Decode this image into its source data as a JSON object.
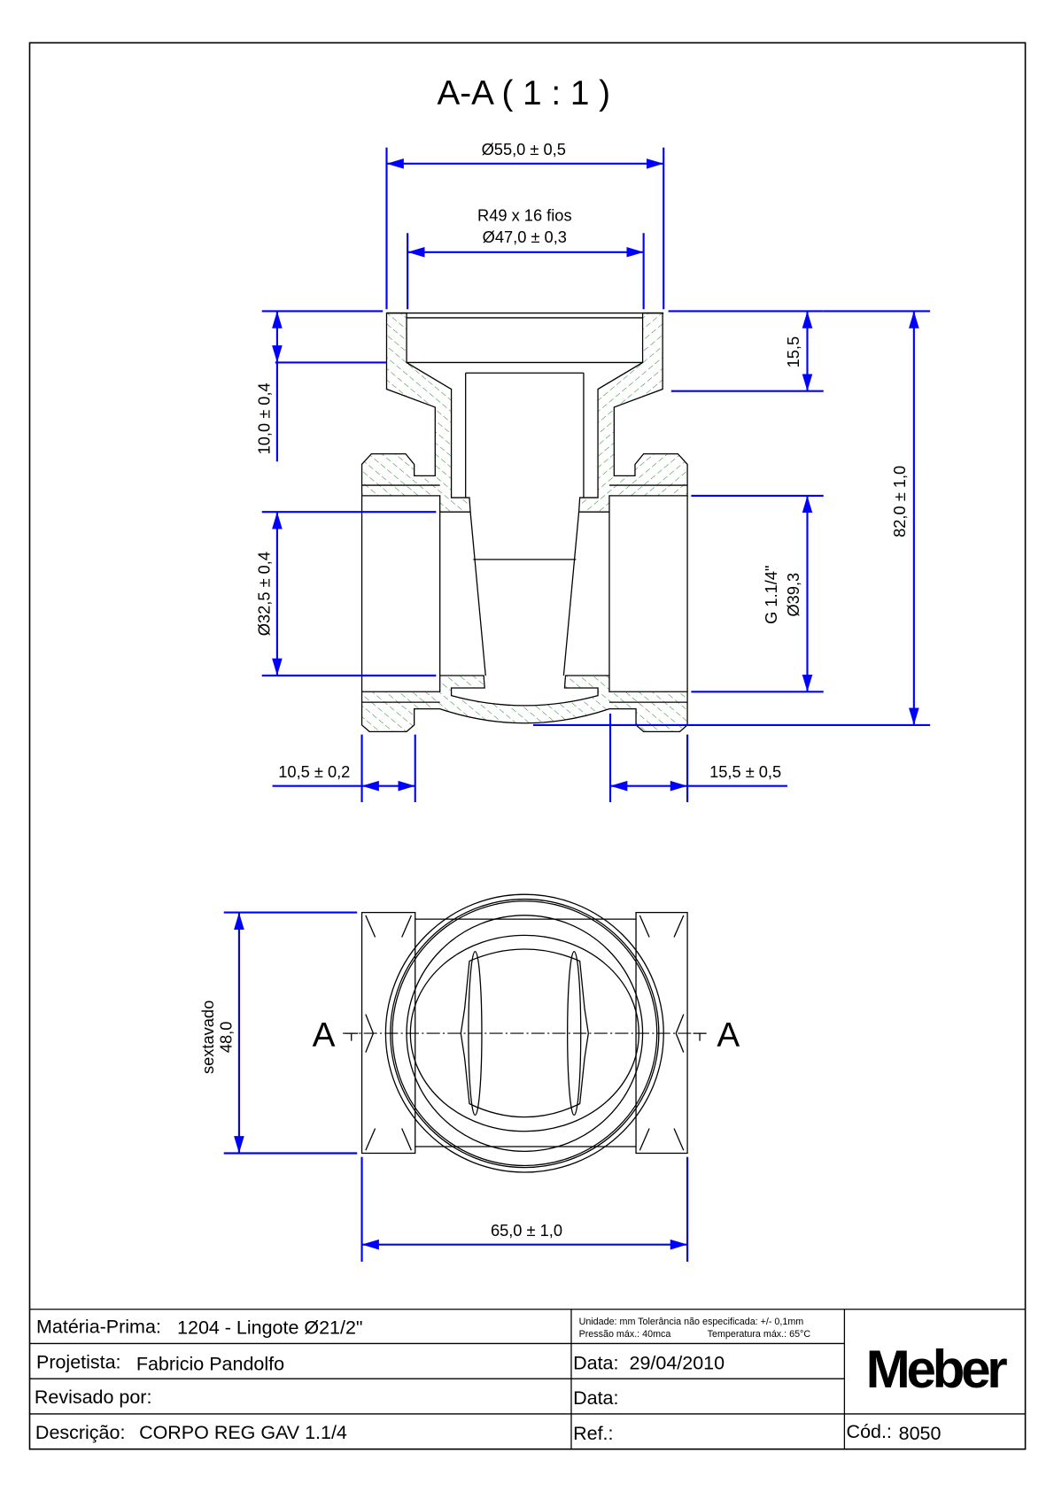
{
  "drawing": {
    "section_title": "A-A ( 1 : 1 )",
    "section_marker_left": "A",
    "section_marker_right": "A",
    "dimensions": {
      "top_outer_diameter": "Ø55,0 ± 0,5",
      "thread_spec": "R49 x 16 fios",
      "thread_diameter": "Ø47,0 ± 0,3",
      "thread_depth_left": "10,0 ± 0,4",
      "bore_diameter_left": "Ø32,5 ± 0,4",
      "top_height_right": "15,5",
      "total_height": "82,0 ± 1,0",
      "side_thread_spec": "G 1.1/4\"",
      "side_thread_diameter": "Ø39,3",
      "left_hex_width": "10,5 ± 0,2",
      "right_hex_width": "15,5 ± 0,5",
      "hex_label": "sextavado",
      "hex_size": "48,0",
      "overall_length": "65,0 ± 1,0"
    },
    "colors": {
      "dimension": "#0000ff",
      "hatch": "#2e8b2e",
      "line": "#000000"
    }
  },
  "title_block": {
    "material_label": "Matéria-Prima:",
    "material_value": "1204 - Lingote Ø21/2\"",
    "designer_label": "Projetista:",
    "designer_value": "Fabricio Pandolfo",
    "reviewed_label": "Revisado por:",
    "description_label": "Descrição:",
    "description_value": "CORPO REG GAV 1.1/4",
    "notes_line1": "Unidade: mm Tolerância não especificada: +/- 0,1mm",
    "notes_line2_a": "Pressão máx.: 40mca",
    "notes_line2_b": "Temperatura máx.: 65°C",
    "date_label": "Data:",
    "date_value": "29/04/2010",
    "review_date_label": "Data:",
    "ref_label": "Ref.:",
    "logo": "Meber",
    "code_label": "Cód.:",
    "code_value": "8050"
  }
}
